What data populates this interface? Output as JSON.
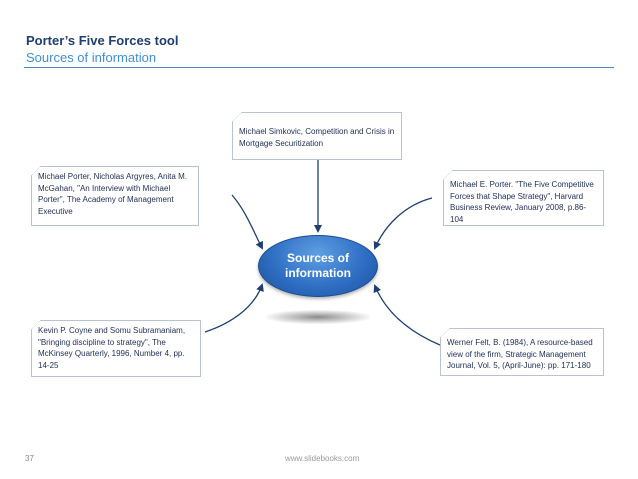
{
  "header": {
    "title": "Porter’s Five Forces tool",
    "subtitle": "Sources of information"
  },
  "center": {
    "label": "Sources of information"
  },
  "sources": {
    "top": "Michael Simkovic, Competition and Crisis in Mortgage Securitization",
    "top_left": "Michael Porter, Nicholas Argyres, Anita M. McGahan, \"An Interview with Michael Porter\", The Academy of Management Executive",
    "top_right": "Michael E. Porter. \"The Five Competitive Forces that Shape Strategy\", Harvard Business Review, January 2008, p.86-104",
    "bottom_left": "Kevin P. Coyne and Somu Subramaniam, \"Bringing discipline to strategy\", The McKinsey Quarterly, 1996, Number 4, pp. 14-25",
    "bottom_right": "Werner Felt, B. (1984), A resource-based view of the firm, Strategic Management Journal, Vol. 5, (April-June): pp. 171-180"
  },
  "footer": {
    "page_number": "37",
    "website": "www.slidebooks.com"
  },
  "colors": {
    "title": "#1f3f73",
    "subtitle": "#3f8fd4",
    "accent": "#2f6fc4",
    "arrow": "#1f3f73"
  }
}
